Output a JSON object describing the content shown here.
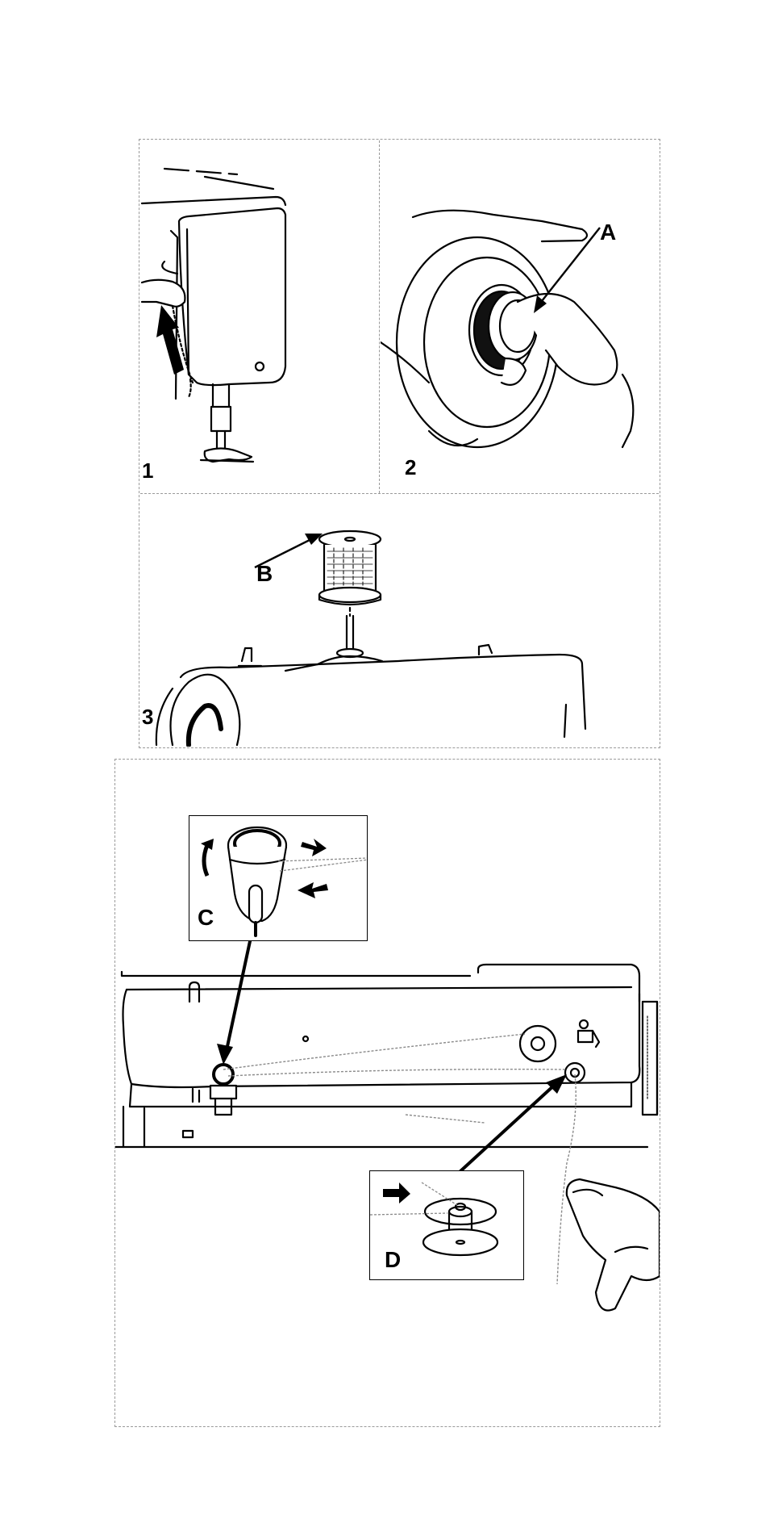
{
  "steps": {
    "step1": {
      "number": "1"
    },
    "step2": {
      "number": "2",
      "callout": "A"
    },
    "step3": {
      "number": "3",
      "callout": "B"
    },
    "step4": {
      "callout_c": "C",
      "callout_d": "D"
    }
  },
  "icons": {
    "up_arrow": "arrow-up-icon",
    "thread_guide": "thread-guide-icon",
    "spool": "thread-spool-icon",
    "bobbin": "bobbin-icon",
    "hand": "hand-icon"
  },
  "colors": {
    "ink": "#000000",
    "paper": "#ffffff",
    "frame": "#9a9a9a",
    "thread": "#8a8a8a"
  }
}
